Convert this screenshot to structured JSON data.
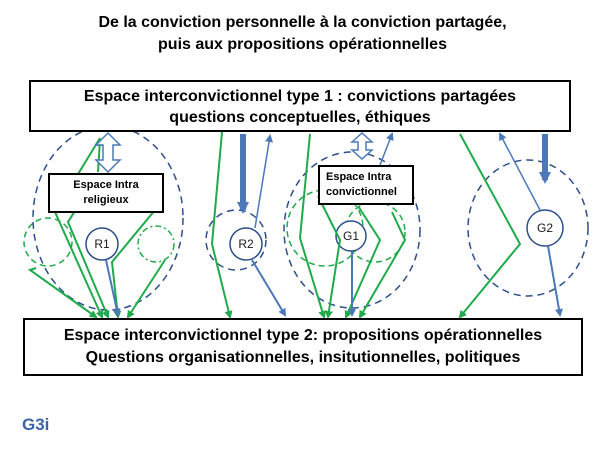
{
  "title": {
    "line1": "De la conviction personnelle à la conviction partagée,",
    "line2": "puis aux propositions opérationnelles"
  },
  "top_box": {
    "line1": "Espace interconvictionnel type 1 : convictions partagées",
    "line2": "questions conceptuelles, éthiques"
  },
  "bottom_box": {
    "line1": "Espace interconvictionnel type 2: propositions opérationnelles",
    "line2": "Questions organisationnelles, insitutionnelles, politiques"
  },
  "intra_religieux": {
    "line1": "Espace Intra",
    "line2": "religieux"
  },
  "intra_convictionnel": {
    "line1": "Espace Intra",
    "line2": "convictionnel"
  },
  "nodes": {
    "r1": "R1",
    "r2": "R2",
    "g1": "G1",
    "g2": "G2"
  },
  "footer_label": "G3i",
  "colors": {
    "green": "#1faa4b",
    "blue": "#4a78b8",
    "dash_blue": "#2c4f8c",
    "footer": "#3b63a6"
  }
}
